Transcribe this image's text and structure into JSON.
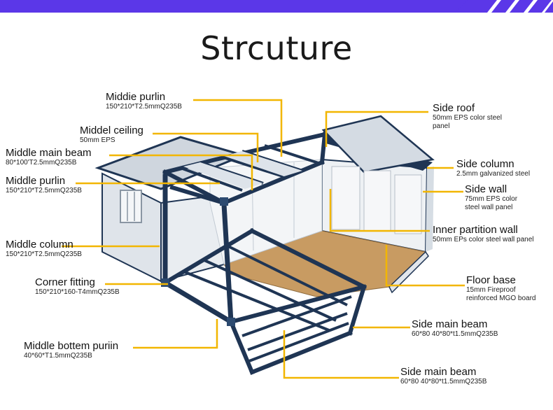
{
  "header": {
    "accent_color": "#5b37e8"
  },
  "title": "Strcuture",
  "leader_color": "#f2b600",
  "frame_color": "#1f3554",
  "labels": {
    "middle_purlin_top": {
      "name": "Middie purlin",
      "spec": "150*210*T2.5mmQ235B"
    },
    "middle_ceiling": {
      "name": "Middel ceiling",
      "spec": "50mm EPS"
    },
    "middle_main_beam": {
      "name": "Middle main beam",
      "spec": "80*100'T2.5mmQ235B"
    },
    "middle_purlin": {
      "name": "Middle purlin",
      "spec": "150*210*T2.5mmQ235B"
    },
    "middle_column": {
      "name": "Middle column",
      "spec": "150*210*T2.5mmQ235B"
    },
    "corner_fitting": {
      "name": "Corner fitting",
      "spec": "150*210*160-T4mmQ235B"
    },
    "middle_bottom_purlin": {
      "name": "Middle bottem puriin",
      "spec": "40*60*T1.5mmQ235B"
    },
    "side_roof": {
      "name": "Side roof",
      "spec1": "50mm EPS color steel",
      "spec2": "panel"
    },
    "side_column": {
      "name": "Side column",
      "spec": "2.5mm galvanized steel"
    },
    "side_wall": {
      "name": "Side wall",
      "spec1": "75mm EPS color",
      "spec2": "steel wall panel"
    },
    "inner_partition_wall": {
      "name": "Inner partition wall",
      "spec": "50mm EPs color steel wall panel"
    },
    "floor_base": {
      "name": "Floor base",
      "spec1": "15mm Fireproof",
      "spec2": "reinforced MGO board"
    },
    "side_main_beam_1": {
      "name": "Side main beam",
      "spec": "60*80 40*80*t1.5mmQ235B"
    },
    "side_main_beam_2": {
      "name": "Side main beam",
      "spec": "60*80 40*80*t1.5mmQ235B"
    }
  }
}
